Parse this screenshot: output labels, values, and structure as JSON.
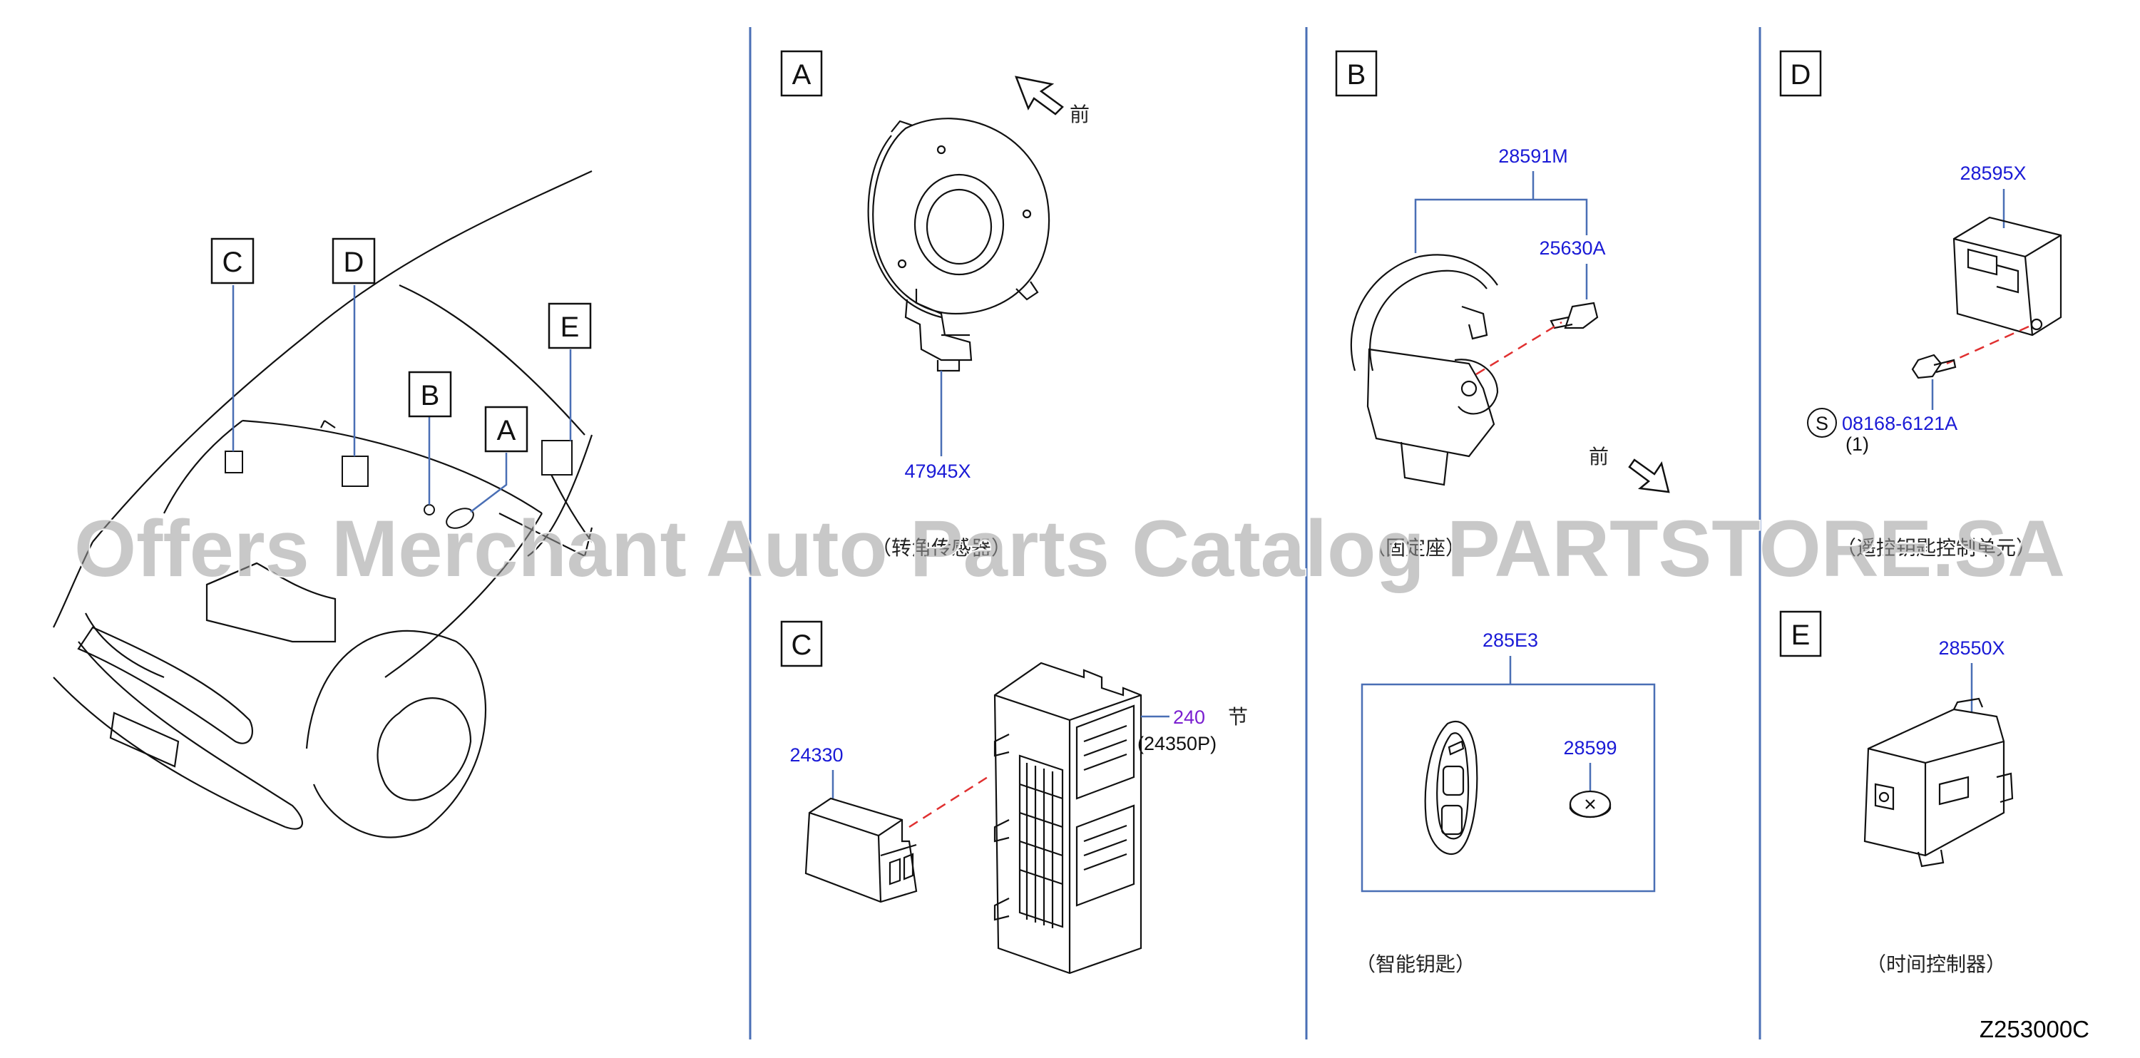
{
  "panels": {
    "A": {
      "letter": "A",
      "parts": [
        "47945X"
      ],
      "caption": "（转角传感器）",
      "front": "前"
    },
    "B": {
      "letter": "B",
      "parts": [
        "28591M",
        "25630A"
      ],
      "caption": "（固定座）",
      "front": "前"
    },
    "C": {
      "letter": "C",
      "parts": [
        "24330",
        "240",
        "(24350P)"
      ],
      "section_label": "节"
    },
    "D": {
      "letter": "D",
      "parts": [
        "28595X",
        "08168-6121A"
      ],
      "std_symbol": "S",
      "qty": "(1)",
      "caption": "（遥控钥匙控制单元）"
    },
    "E": {
      "letter": "E",
      "parts": [
        "28550X"
      ],
      "caption": "（时间控制器）"
    },
    "key": {
      "parts": [
        "285E3",
        "28599"
      ],
      "caption": "（智能钥匙）"
    }
  },
  "overview": {
    "labels": [
      "C",
      "D",
      "B",
      "A",
      "E"
    ]
  },
  "diagram_code": "Z253000C",
  "watermark": "Offers Merchant Auto Parts Catalog PARTSTORE.SA",
  "colors": {
    "part_number": "#1a1ad6",
    "leader": "#4a6fb5",
    "divider": "#4a6fb5",
    "dash": "#e03030"
  }
}
